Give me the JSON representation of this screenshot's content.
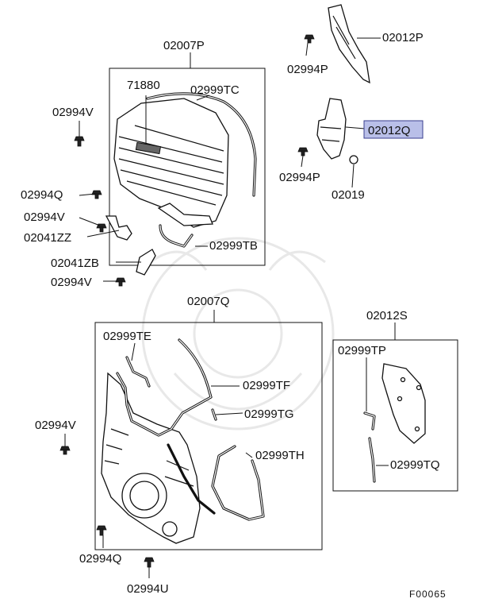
{
  "labels": {
    "p02007P": "02007P",
    "p71880": "71880",
    "p02999TC": "02999TC",
    "p02994V_a": "02994V",
    "p02994Q_a": "02994Q",
    "p02994V_b": "02994V",
    "p02041ZZ": "02041ZZ",
    "p02999TB": "02999TB",
    "p02041ZB": "02041ZB",
    "p02994V_c": "02994V",
    "p02012P": "02012P",
    "p02994P_a": "02994P",
    "p02012Q": "02012Q",
    "p02994P_b": "02994P",
    "p02019": "02019",
    "p02007Q": "02007Q",
    "p02999TE": "02999TE",
    "p02999TF": "02999TF",
    "p02999TG": "02999TG",
    "p02999TH": "02999TH",
    "p02994V_d": "02994V",
    "p02994Q_b": "02994Q",
    "p02994U": "02994U",
    "p02012S": "02012S",
    "p02999TP": "02999TP",
    "p02999TQ": "02999TQ",
    "figure_code": "F00065"
  },
  "colors": {
    "highlight_fill": "#b9bfe8",
    "highlight_stroke": "#3a3f8f",
    "line": "#111111",
    "watermark": "#e6e6e6"
  }
}
